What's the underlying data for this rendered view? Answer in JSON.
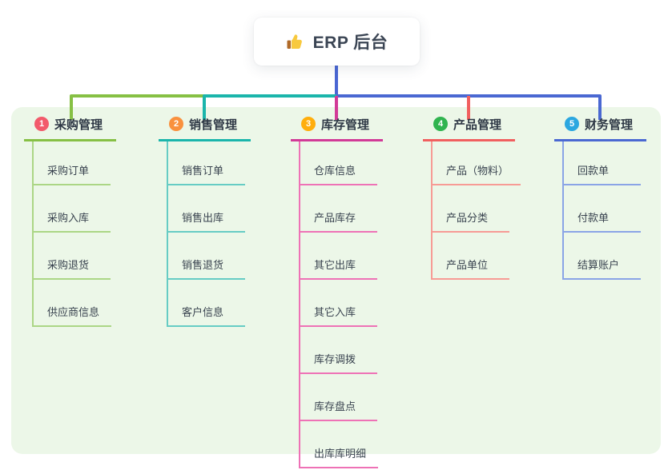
{
  "root": {
    "title": "ERP 后台",
    "icon": "thumbs-up-icon",
    "line_color": "#4a66d3"
  },
  "canvas": {
    "background": "#ffffff",
    "panel_color": "#ecf7e8"
  },
  "branches": [
    {
      "id": "procurement",
      "badge": "1",
      "badge_color": "#f25a6b",
      "label": "采购管理",
      "color": "#86c044",
      "light_color": "#abd685",
      "children": [
        "采购订单",
        "采购入库",
        "采购退货",
        "供应商信息"
      ]
    },
    {
      "id": "sales",
      "badge": "2",
      "badge_color": "#f9913e",
      "label": "销售管理",
      "color": "#1ab5ab",
      "light_color": "#66ccc4",
      "children": [
        "销售订单",
        "销售出库",
        "销售退货",
        "客户信息"
      ]
    },
    {
      "id": "inventory",
      "badge": "3",
      "badge_color": "#ffae0c",
      "label": "库存管理",
      "color": "#d23a97",
      "light_color": "#ee72b6",
      "children": [
        "仓库信息",
        "产品库存",
        "其它出库",
        "其它入库",
        "库存调拨",
        "库存盘点",
        "出库库明细"
      ]
    },
    {
      "id": "product",
      "badge": "4",
      "badge_color": "#30b44f",
      "label": "产品管理",
      "color": "#f15f5f",
      "light_color": "#f79b95",
      "children": [
        "产品（物料）",
        "产品分类",
        "产品单位"
      ]
    },
    {
      "id": "finance",
      "badge": "5",
      "badge_color": "#2ba7e0",
      "label": "财务管理",
      "color": "#4a68d2",
      "light_color": "#8aa4e6",
      "children": [
        "回款单",
        "付款单",
        "结算账户"
      ]
    }
  ]
}
